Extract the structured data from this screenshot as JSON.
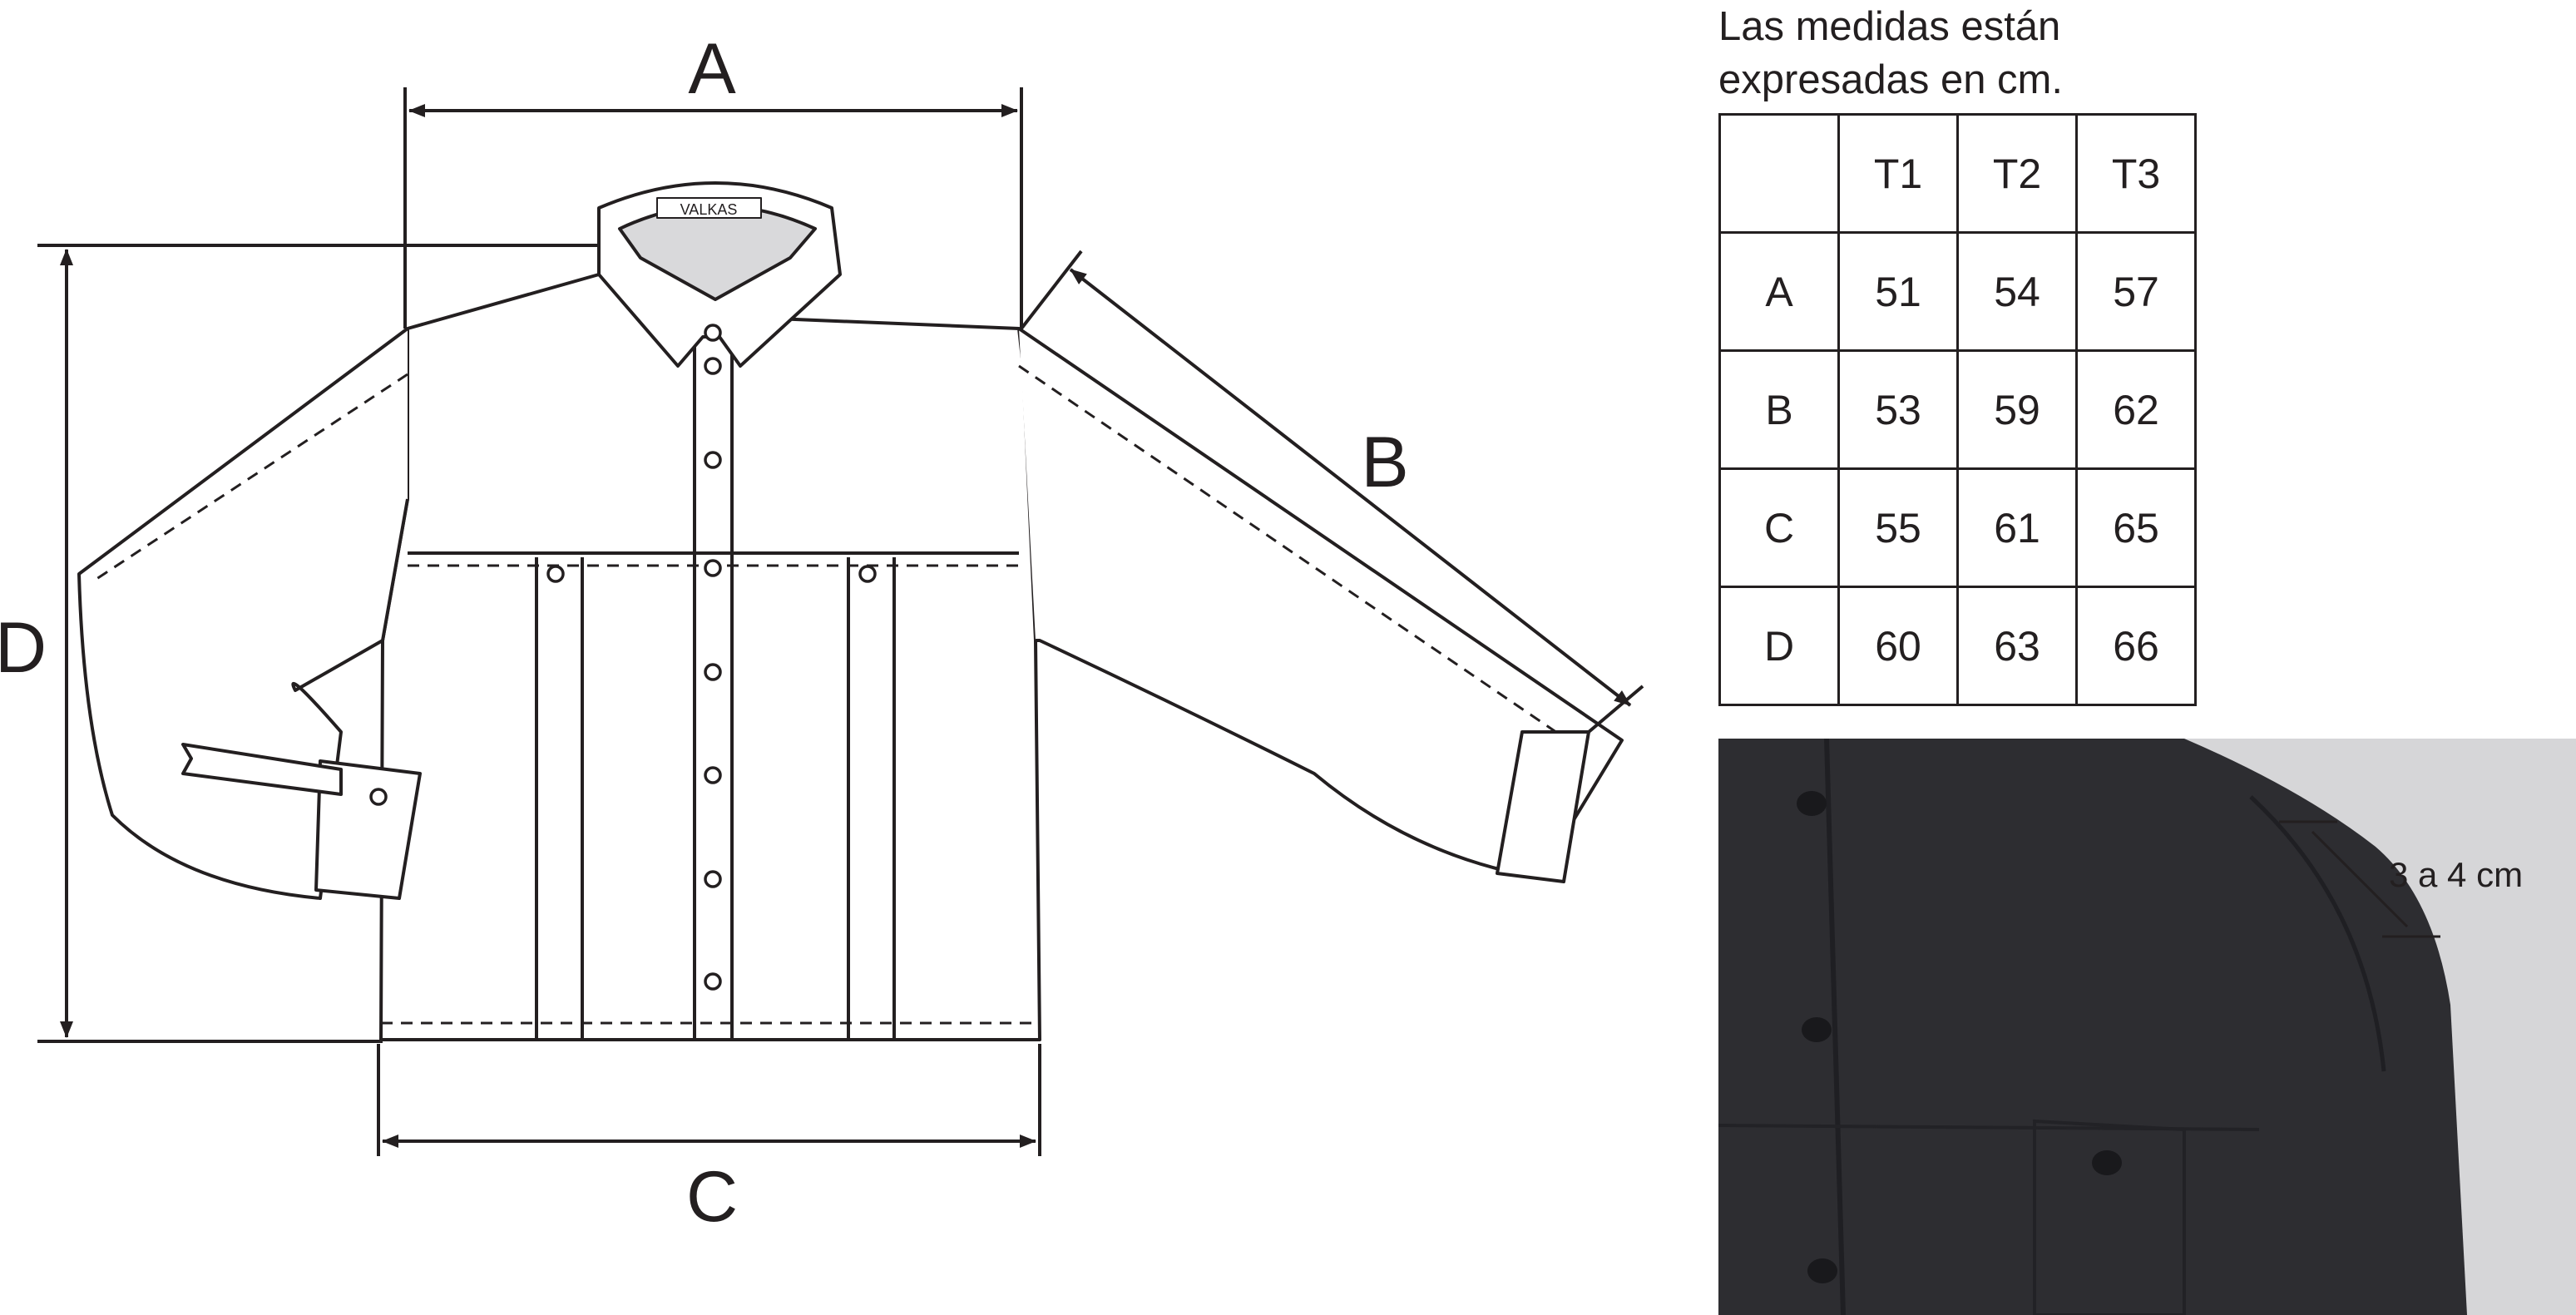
{
  "diagram": {
    "labels": {
      "a": "A",
      "b": "B",
      "c": "C",
      "d": "D"
    },
    "collar_tag": "VALKAS"
  },
  "note": {
    "line1": "Las medidas están",
    "line2": "expresadas en cm."
  },
  "size_table": {
    "headers": [
      "",
      "T1",
      "T2",
      "T3"
    ],
    "rows": [
      {
        "label": "A",
        "values": [
          "51",
          "54",
          "57"
        ]
      },
      {
        "label": "B",
        "values": [
          "53",
          "59",
          "62"
        ]
      },
      {
        "label": "C",
        "values": [
          "55",
          "61",
          "65"
        ]
      },
      {
        "label": "D",
        "values": [
          "60",
          "63",
          "66"
        ]
      }
    ]
  },
  "photo": {
    "measure_label": "3 a 4 cm",
    "colors": {
      "background": "#d6d6d8",
      "shirt": "#2d2d31"
    }
  }
}
